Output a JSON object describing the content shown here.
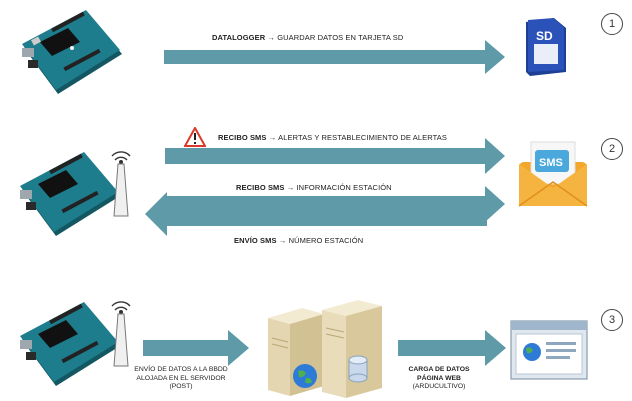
{
  "colors": {
    "arrow": "#5e9aa8",
    "arrow_dark": "#3f7f8e",
    "board": "#1d7d8c",
    "board_dark": "#135762",
    "alert": "#d93a2b",
    "envelope": "#f2a62a",
    "sd": "#2a52b8"
  },
  "row1": {
    "label_bold": "DATALOGGER",
    "label_rest": "GUARDAR DATOS EN TARJETA SD",
    "step": "1",
    "sd_text": "SD"
  },
  "row2": {
    "alert_label_bold": "RECIBO SMS",
    "alert_label_rest": "ALERTAS Y RESTABLECIMIENTO DE ALERTAS",
    "info_label_bold": "RECIBO SMS",
    "info_label_rest": "INFORMACIÓN ESTACIÓN",
    "send_label_bold": "ENVÍO SMS",
    "send_label_rest": "NÚMERO ESTACIÓN",
    "step": "2",
    "sms_text": "SMS"
  },
  "row3": {
    "post_line1": "ENVÍO DE DATOS A LA BBDD",
    "post_line2": "ALOJADA EN EL SERVIDOR",
    "post_line3": "(POST)",
    "web_line1": "CARGA DE DATOS",
    "web_line2": "PÁGINA WEB",
    "web_line3": "(ARDUCULTIVO)",
    "step": "3"
  },
  "arrow_symbol": "→",
  "icons": [
    "arduino-board-icon",
    "antenna-icon",
    "sd-card-icon",
    "alert-icon",
    "sms-envelope-icon",
    "server-icon",
    "globe-icon",
    "database-icon",
    "browser-window-icon"
  ]
}
